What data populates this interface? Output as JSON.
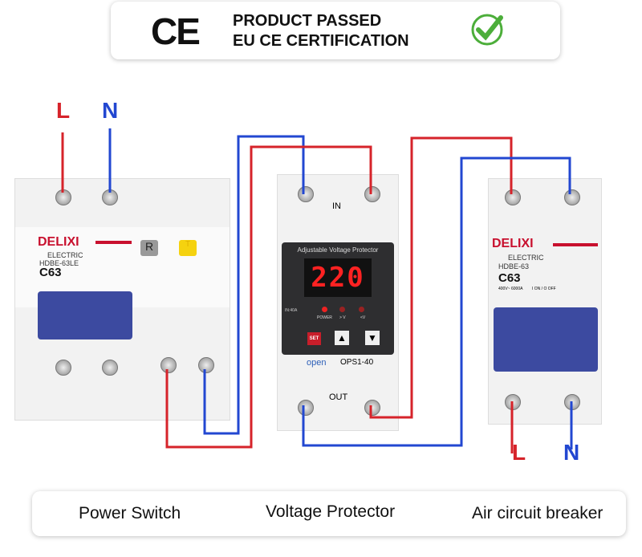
{
  "banner": {
    "ce_mark": "CE",
    "line1": "PRODUCT PASSED",
    "line2": "EU CE CERTIFICATION",
    "check_icon": "check-icon"
  },
  "terminals": {
    "top_left_L": "L",
    "top_left_N": "N",
    "bottom_right_L": "L",
    "bottom_right_N": "N"
  },
  "left_breaker": {
    "brand": "DELIXI",
    "sub": "ELECTRIC",
    "model": "HDBE-63LE",
    "rating": "C63",
    "reset": "R",
    "test": "T"
  },
  "protector": {
    "title": "Adjustable Voltage Protector",
    "display": "220",
    "current": "IN:40A",
    "led_power": "POWER",
    "led_over": "> V",
    "led_under": "<V",
    "set": "SET",
    "up": "▲",
    "down": "▼",
    "brand": "open",
    "model": "OPS1-40",
    "in": "IN",
    "out": "OUT"
  },
  "right_breaker": {
    "brand": "DELIXI",
    "sub": "ELECTRIC",
    "model": "HDBE-63",
    "rating": "C63",
    "spec": "400V~ 6000A",
    "onoff": "I ON / O OFF"
  },
  "colors": {
    "red": "#d6232a",
    "blue": "#2247d1"
  },
  "footer": {
    "left": "Power Switch",
    "middle": "Voltage Protector",
    "right": "Air circuit breaker"
  }
}
